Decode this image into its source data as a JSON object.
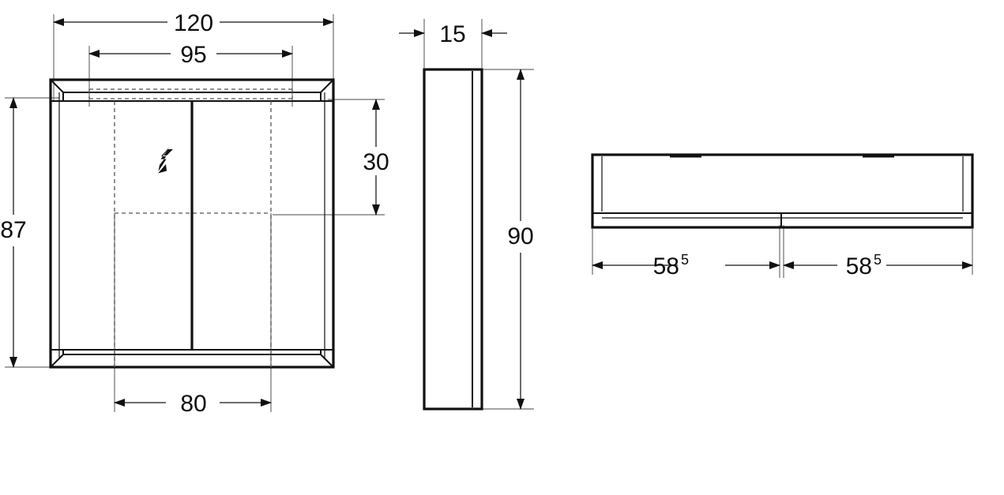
{
  "drawing": {
    "title": "Mirror cabinet technical dimension drawing",
    "units_note": "",
    "line_color": "#111111",
    "dimension_color": "#3c3c3c",
    "hidden_color": "#555555",
    "background": "#ffffff"
  },
  "views": {
    "front": {
      "name": "front-elevation",
      "doors": 2,
      "symbols": [
        {
          "name": "electrical-hazard-bolt",
          "label": "⚡"
        }
      ]
    },
    "side": {
      "name": "side-elevation"
    },
    "top": {
      "name": "top-view"
    }
  },
  "dimensions": {
    "front_overall_width": {
      "value": "120",
      "sup": ""
    },
    "front_inner_width": {
      "value": "95",
      "sup": ""
    },
    "front_overall_height": {
      "value": "87",
      "sup": ""
    },
    "front_upper_height": {
      "value": "30",
      "sup": ""
    },
    "front_bottom_width": {
      "value": "80",
      "sup": ""
    },
    "side_depth": {
      "value": "15",
      "sup": ""
    },
    "side_height": {
      "value": "90",
      "sup": ""
    },
    "top_left_door": {
      "value": "58",
      "sup": "5"
    },
    "top_right_door": {
      "value": "58",
      "sup": "5"
    }
  }
}
